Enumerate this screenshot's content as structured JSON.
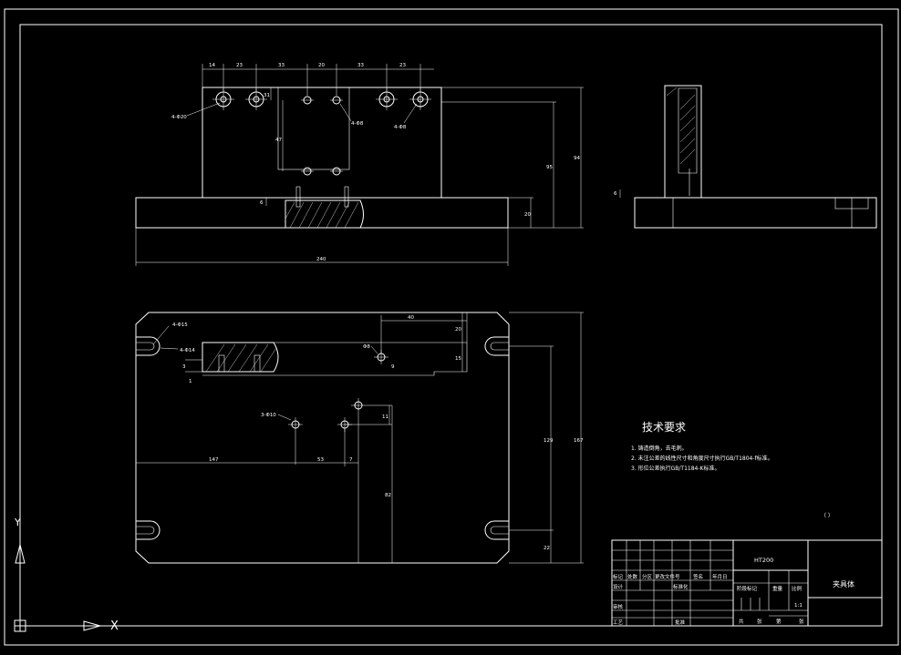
{
  "front_view": {
    "top_dims": [
      "14",
      "23",
      "33",
      "20",
      "33",
      "23"
    ],
    "hole_label_left": "4-Φ20",
    "hole_label_mid": "4-Φ8",
    "hole_label_right": "4-Φ8",
    "dim_31": "31",
    "dim_47": "47",
    "dim_95": "95",
    "dim_94": "94",
    "dim_20": "20",
    "dim_6": "6",
    "overall_width": "240"
  },
  "side_view": {
    "dim_6": "6"
  },
  "top_view": {
    "label_4_15": "4-Φ15",
    "label_4_14": "4-Φ14",
    "dim_40": "40",
    "dim_20": "20",
    "dim_15": "15",
    "label_68": "Φ8",
    "label_3_10": "3-Φ10",
    "dim_11": "11",
    "dim_147": "147",
    "dim_53": "53",
    "dim_7": "7",
    "dim_129": "129",
    "dim_167": "167",
    "dim_82": "82",
    "dim_22": "22",
    "dim_9": "9",
    "dim_3": "3",
    "dim_1": "1"
  },
  "tech_req": {
    "title": "技术要求",
    "items": [
      "1. 铸造倒角，去毛刺。",
      "2. 未注公差的线性尺寸和角度尺寸执行GB/T1804-f标准。",
      "3. 形位公差执行GB/T1184-K标准。"
    ],
    "paren": "（    ）"
  },
  "title_block": {
    "material": "HT200",
    "part_name": "夹具体",
    "scale": "1:1",
    "row_labels": [
      "标记",
      "处数",
      "分区",
      "更改文件号",
      "签名",
      "年月日"
    ],
    "design": "设计",
    "standardize": "标准化",
    "stage_mark": "阶段标记",
    "weight": "重量",
    "ratio": "比例",
    "review": "审核",
    "process": "工艺",
    "approve": "批准",
    "total": "共",
    "sheet": "张",
    "page": "第",
    "sheet2": "张"
  },
  "ucs": {
    "y_label": "Y",
    "x_label": "X"
  }
}
